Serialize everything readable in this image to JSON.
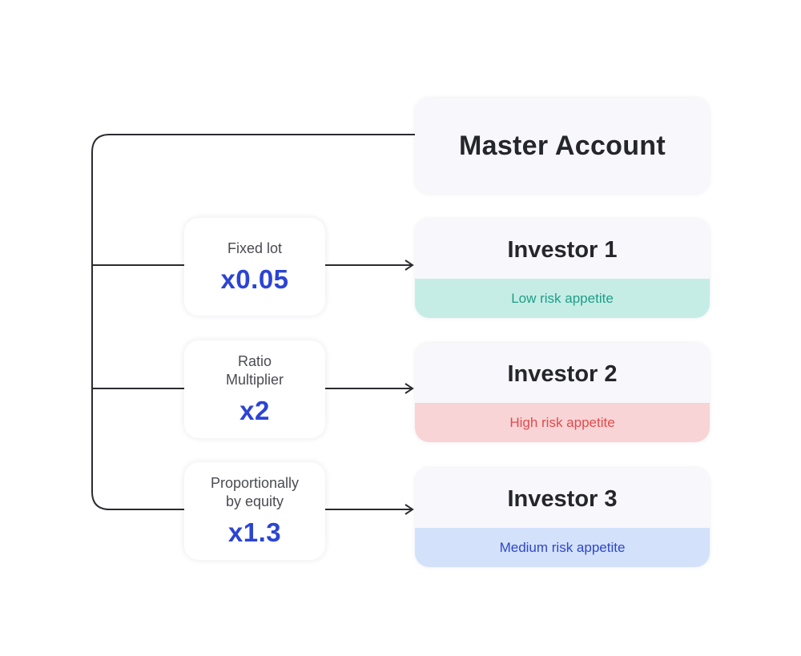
{
  "colors": {
    "line": "#2b2c31",
    "card_bg": "#f8f7fb",
    "title_text": "#25262b",
    "multiplier_value": "#2b44d4"
  },
  "master": {
    "title": "Master Account"
  },
  "multipliers": [
    {
      "label": "Fixed lot",
      "value": "x0.05"
    },
    {
      "label": "Ratio\nMultiplier",
      "value": "x2"
    },
    {
      "label": "Proportionally\nby equity",
      "value": "x1.3"
    }
  ],
  "investors": [
    {
      "title": "Investor 1",
      "risk": "Low risk appetite",
      "risk_bg": "#c5ede6",
      "risk_color": "#1f9e86"
    },
    {
      "title": "Investor 2",
      "risk": "High risk appetite",
      "risk_bg": "#f8d4d6",
      "risk_color": "#e14b4b"
    },
    {
      "title": "Investor 3",
      "risk": "Medium risk appetite",
      "risk_bg": "#d3e1fb",
      "risk_color": "#2f47c9"
    }
  ]
}
